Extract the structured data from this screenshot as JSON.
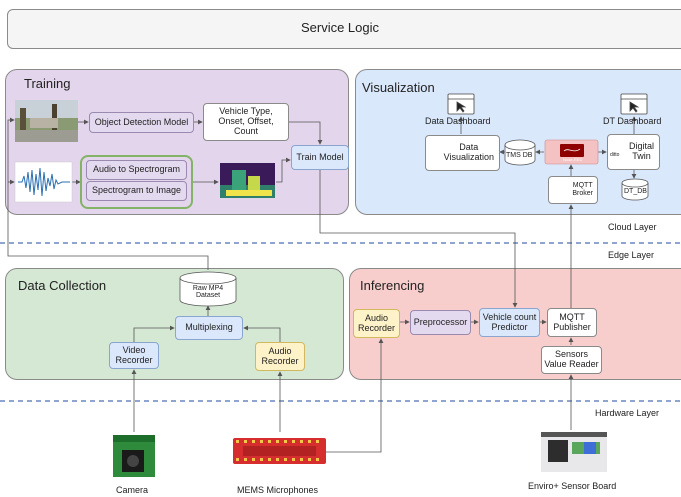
{
  "service_logic": "Service Logic",
  "panels": {
    "training": "Training",
    "visualization": "Visualization",
    "data_collection": "Data Collection",
    "inferencing": "Inferencing"
  },
  "layers": {
    "cloud": "Cloud Layer",
    "edge": "Edge Layer",
    "hardware": "Hardware Layer"
  },
  "training": {
    "object_detection": "Object Detection Model",
    "vehicle_info": "Vehicle Type,\nOnset, Offset,\nCount",
    "audio_to_spectrogram": "Audio to Spectrogram",
    "spectrogram_to_image": "Spectrogram to Image",
    "train_model": "Train Model"
  },
  "visualization": {
    "data_dashboard": "Data Dashboard",
    "dt_dashboard": "DT Dashboard",
    "data_visualization": "Data\nVisualization",
    "tms_db": "TMS DB",
    "nodered": "Node-RED",
    "digital_twin": "Digital\nTwin",
    "ditto": "ditto",
    "dt_db": "DT_DB",
    "mqtt_broker": "MQTT\nBroker"
  },
  "data_collection": {
    "raw_dataset": "Raw MP4\nDataset",
    "multiplexing": "Multiplexing",
    "video_recorder": "Video\nRecorder",
    "audio_recorder": "Audio\nRecorder"
  },
  "inferencing": {
    "audio_recorder": "Audio\nRecorder",
    "preprocessor": "Preprocessor",
    "vehicle_count_predictor": "Vehicle count\nPredictor",
    "mqtt_publisher": "MQTT\nPublisher",
    "sensors_value_reader": "Sensors\nValue Reader"
  },
  "hardware": {
    "camera": "Camera",
    "mems": "MEMS Microphones",
    "enviro": "Enviro+ Sensor Board"
  },
  "colors": {
    "training_bg": "#e3d5eb",
    "visualization_bg": "#dae8fc",
    "collection_bg": "#d5e8d4",
    "inferencing_bg": "#f8cecc",
    "service_bg": "#f5f5f5"
  }
}
